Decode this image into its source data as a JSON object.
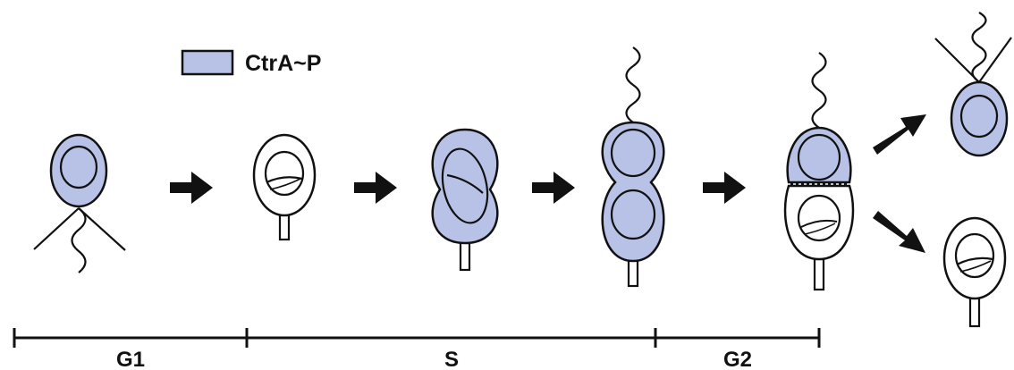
{
  "legend": {
    "label": "CtrA~P",
    "swatch_color": "#b7c2e6"
  },
  "phases": [
    {
      "label": "G1"
    },
    {
      "label": "S"
    },
    {
      "label": "G2"
    }
  ],
  "colors": {
    "ctra_fill": "#b7c2e6",
    "outline": "#111111",
    "background": "#ffffff"
  }
}
